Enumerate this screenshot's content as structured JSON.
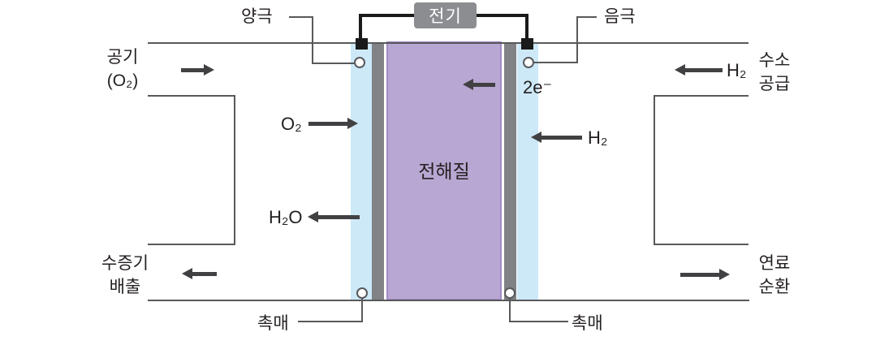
{
  "electricity": {
    "label": "전기"
  },
  "terminals": {
    "anode": "양극",
    "cathode": "음극"
  },
  "flows": {
    "air_in": {
      "line1": "공기",
      "line2": "(O₂)"
    },
    "steam_out": {
      "line1": "수증기",
      "line2": "배출"
    },
    "h2_supply": {
      "line1": "수소",
      "line2": "공급"
    },
    "fuel_recirc": {
      "line1": "연료",
      "line2": "순환"
    }
  },
  "species": {
    "oxygen": "O₂",
    "water": "H₂O",
    "hydrogen_mid": "H₂",
    "hydrogen_top": "H₂",
    "electrons": "2e⁻"
  },
  "membrane": {
    "label": "전해질"
  },
  "catalyst": {
    "left": "촉매",
    "right": "촉매"
  },
  "colors": {
    "gdl_blue": "#cde9f8",
    "electrode_gray": "#808285",
    "membrane_fill": "#b8a7d2",
    "membrane_border": "#a18bc5",
    "outline": "#58595b",
    "arrow": "#414042",
    "wire_black": "#1a1a1a",
    "electricity_box": "#8b8d90",
    "text": "#231f20"
  }
}
